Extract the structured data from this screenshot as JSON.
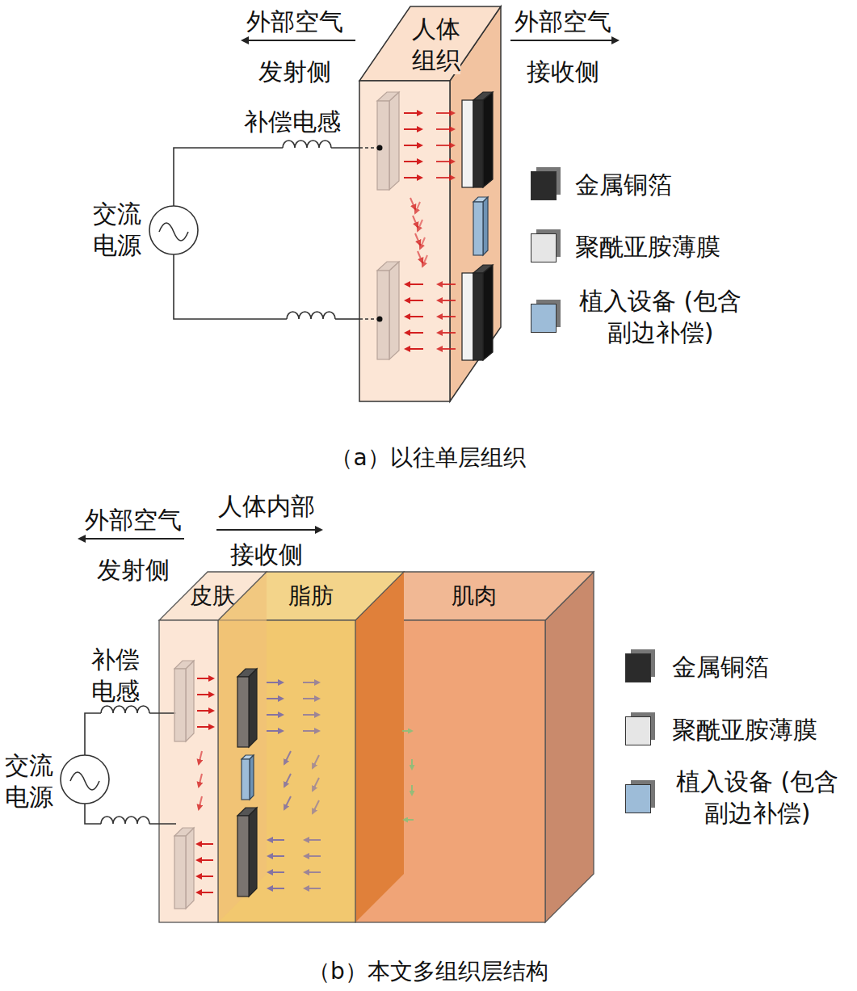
{
  "diagram": {
    "nodes": [
      {
        "text": [
          "人体 组织"
        ]
      },
      {
        "text": [
          "皮肤"
        ]
      },
      {
        "text": [
          "脂肪"
        ]
      },
      {
        "text": [
          "肌肉"
        ]
      }
    ],
    "labels": [
      "外部空气",
      "发射侧",
      "外部空气",
      "接收侧",
      "补偿电感",
      "交流 电源",
      "（a）以往单层组织",
      "外部空气",
      "发射侧",
      "人体内部",
      "接收侧",
      "补偿 电感",
      "交流 电源",
      "（b）本文多组织层结构"
    ],
    "legend": [
      {
        "text": "金属铜箔",
        "color": "#2b2b2b"
      },
      {
        "text": "聚酰亚胺薄膜",
        "color": "#e6e6e6"
      },
      {
        "text": "植入设备 (包含副边补偿)",
        "color": "#9dbcd8"
      },
      {
        "text": "金属铜箔",
        "color": "#2b2b2b"
      },
      {
        "text": "聚酰亚胺薄膜",
        "color": "#e6e6e6"
      },
      {
        "text": "植入设备 (包含副边补偿)",
        "color": "#9dbcd8"
      }
    ]
  }
}
